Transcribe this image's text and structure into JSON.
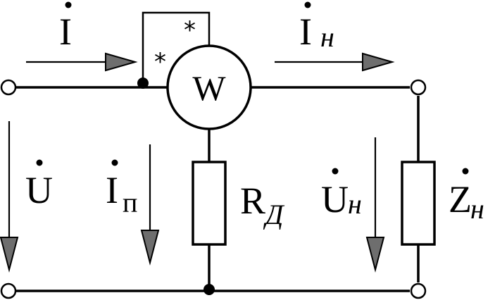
{
  "circuit": {
    "meter": {
      "symbol": "W"
    },
    "stars": {
      "top": "*",
      "left": "*"
    },
    "labels": {
      "I": {
        "main": "I",
        "dot": true
      },
      "In": {
        "main": "I",
        "sub": "н",
        "dot": true
      },
      "U": {
        "main": "U",
        "dot": true
      },
      "Ip": {
        "main": "I",
        "sub": "п",
        "dot": true
      },
      "Rd": {
        "main": "R",
        "sub": "Д"
      },
      "Un": {
        "main": "U",
        "sub": "н",
        "dot": true
      },
      "Zn": {
        "main": "Z",
        "sub": "н",
        "dot": true
      }
    }
  }
}
